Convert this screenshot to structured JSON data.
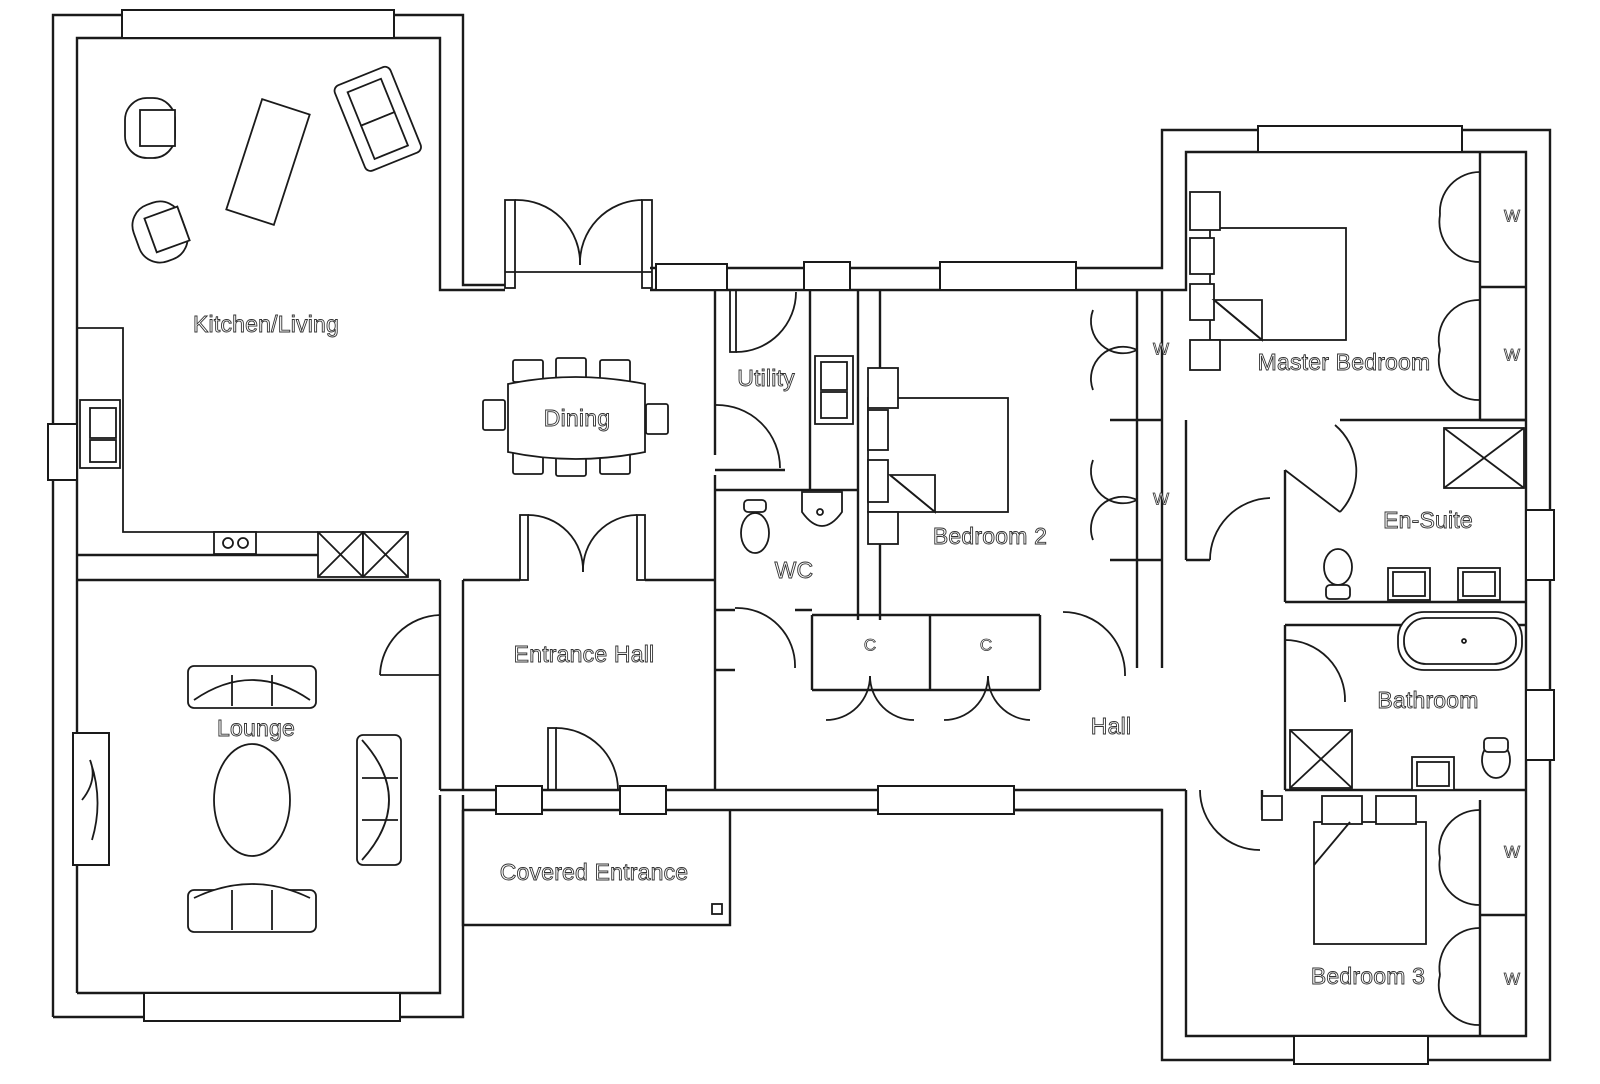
{
  "rooms": {
    "kitchen_living": "Kitchen/Living",
    "dining": "Dining",
    "utility": "Utility",
    "wc": "WC",
    "entrance_hall": "Entrance Hall",
    "lounge": "Lounge",
    "covered_entrance": "Covered Entrance",
    "bedroom_2": "Bedroom 2",
    "hall": "Hall",
    "master_bedroom": "Master Bedroom",
    "en_suite": "En-Suite",
    "bathroom": "Bathroom",
    "bedroom_3": "Bedroom 3"
  },
  "storage": {
    "wardrobe": "W",
    "cupboard": "C"
  },
  "colors": {
    "line": "#1a1a1a",
    "background": "#ffffff"
  }
}
